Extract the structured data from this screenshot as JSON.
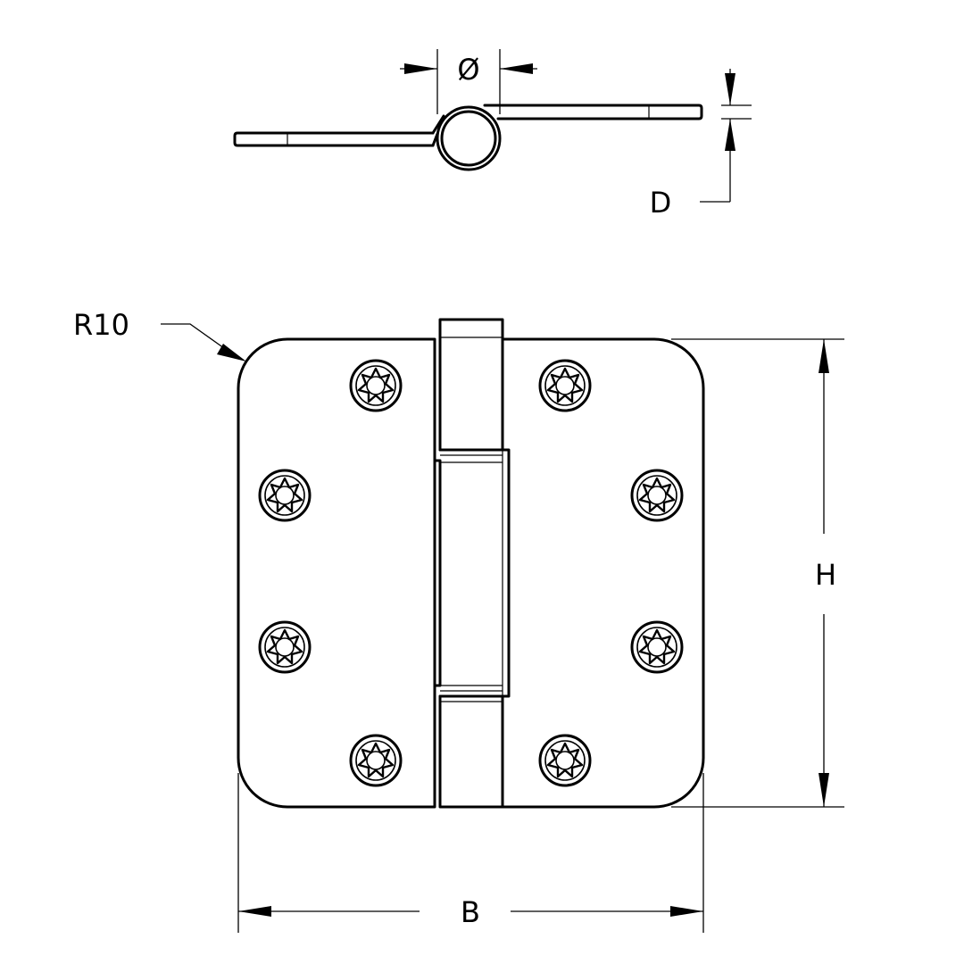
{
  "labels": {
    "diameter": "Ø",
    "thickness": "D",
    "radius": "R10",
    "height": "H",
    "width": "B"
  },
  "screws": {
    "count": 8,
    "icon": "star-recess-screw-icon"
  },
  "colors": {
    "line": "#000000",
    "background": "#ffffff"
  }
}
